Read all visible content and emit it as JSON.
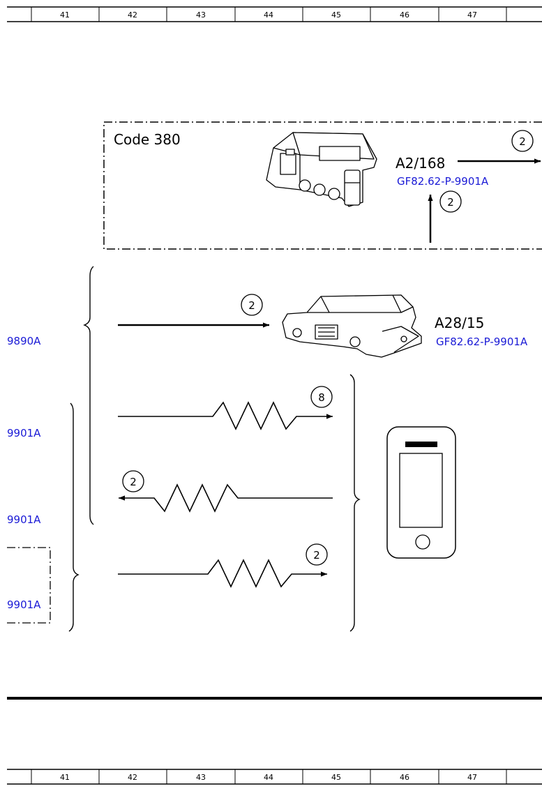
{
  "ruler": {
    "columns": [
      "41",
      "42",
      "43",
      "44",
      "45",
      "46",
      "47"
    ]
  },
  "modules": {
    "a2_168": {
      "code_label": "Code 380",
      "component": "A2/168",
      "reference": "GF82.62-P-9901A",
      "badge_right": "2",
      "badge_bottom": "2"
    },
    "a28_15": {
      "component": "A28/15",
      "reference": "GF82.62-P-9901A",
      "badge": "2"
    }
  },
  "left_refs": [
    "9890A",
    "9901A",
    "9901A",
    "9901A"
  ],
  "wireless_links": {
    "link_1": "8",
    "link_2": "2",
    "link_3": "2"
  },
  "device_icon": "smartphone-icon"
}
